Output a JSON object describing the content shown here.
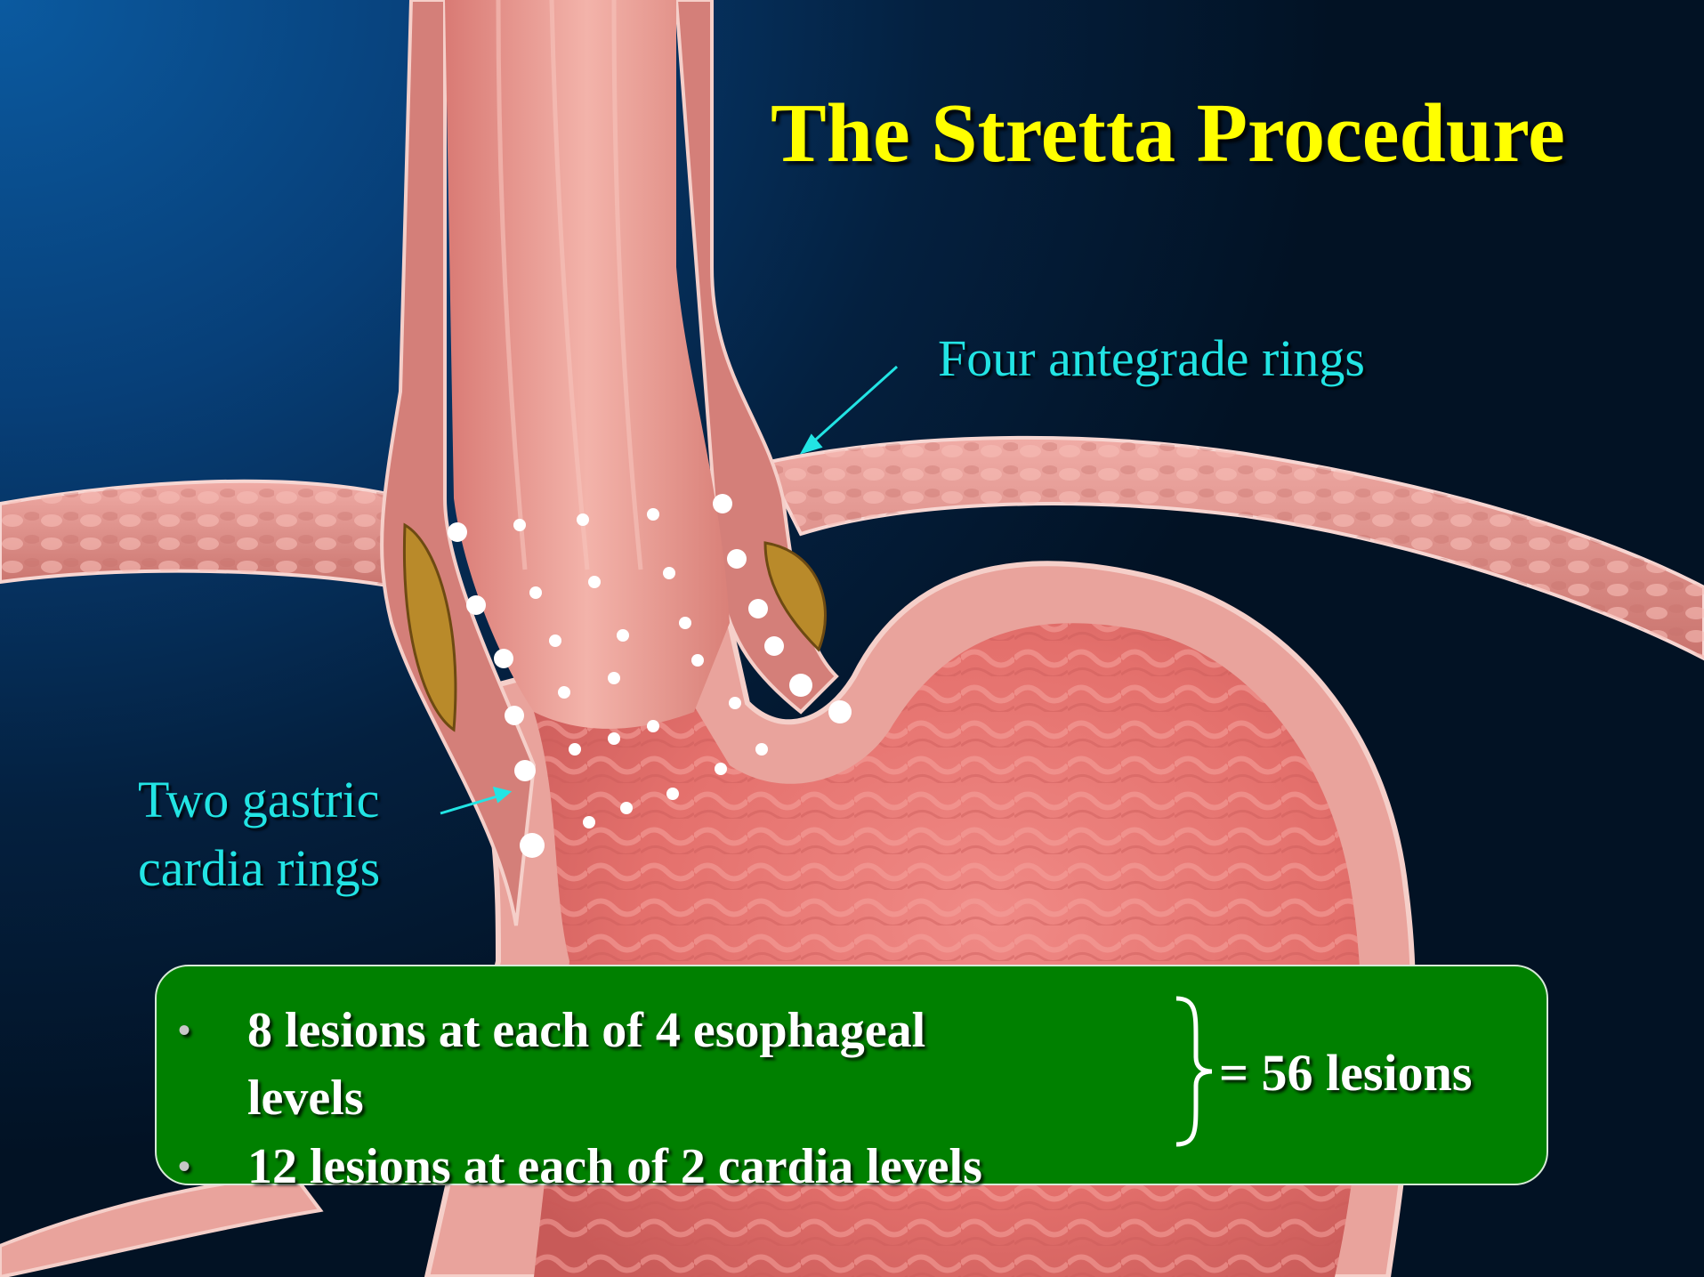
{
  "slide": {
    "title": "The Stretta Procedure",
    "labels": {
      "four_rings": "Four antegrade rings",
      "two_rings_line1": "Two gastric",
      "two_rings_line2": "cardia rings"
    },
    "bullets": [
      {
        "line1": "8 lesions at each of 4 esophageal",
        "line2": "levels"
      },
      {
        "line1": "12 lesions at each of 2 cardia levels"
      }
    ],
    "total": "= 56 lesions",
    "bullet_symbol": "•"
  },
  "colors": {
    "title": "#ffff00",
    "labels": "#22e4e4",
    "box": "#008000",
    "tissue": "#e89a94",
    "lesion_dots": "#ffffff"
  }
}
